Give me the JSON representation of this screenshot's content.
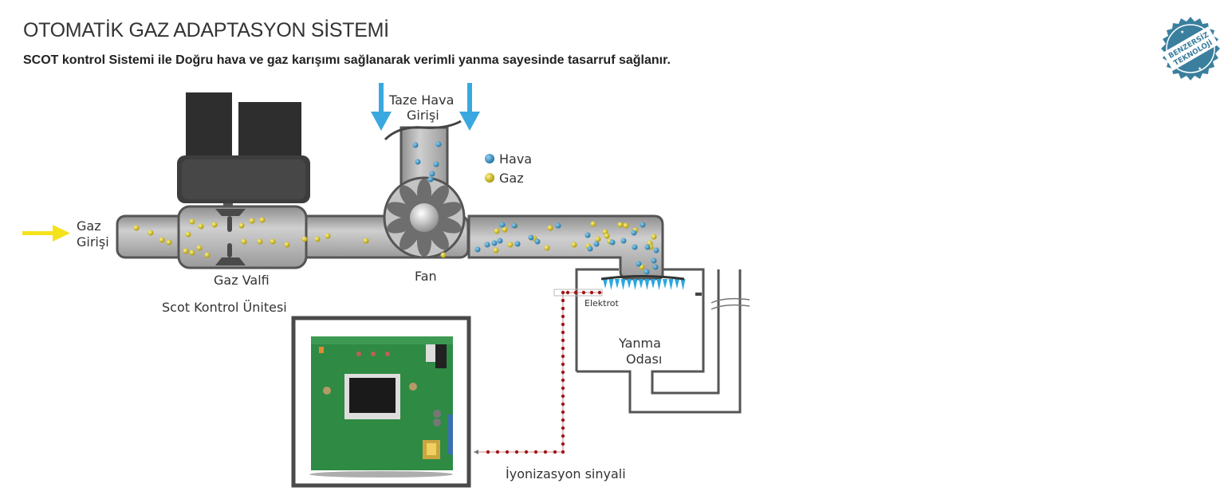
{
  "header": {
    "title": "OTOMATİK GAZ ADAPTASYON SİSTEMİ",
    "subtitle": "SCOT kontrol Sistemi ile Doğru hava ve gaz karışımı sağlanarak verimli yanma sayesinde tasarruf sağlanır."
  },
  "badge": {
    "line1": "BENZERSİZ",
    "line2": "TEKNOLOJİ",
    "color": "#3a7f9e"
  },
  "diagram": {
    "labels": {
      "gas_inlet_1": "Gaz",
      "gas_inlet_2": "Girişi",
      "gas_valve": "Gaz Valfi",
      "control_unit": "Scot Kontrol Ünitesi",
      "fresh_air_1": "Taze Hava",
      "fresh_air_2": "Girişi",
      "fan": "Fan",
      "electrode": "Elektrot",
      "combustion_1": "Yanma",
      "combustion_2": "Odası",
      "ionization": "İyonizasyon sinyali"
    },
    "legend": [
      {
        "label": "Hava",
        "color": "#2f8fc4"
      },
      {
        "label": "Gaz",
        "color": "#d8c600"
      }
    ],
    "colors": {
      "pipe": "#b9b9b9",
      "pipe_border": "#555555",
      "gas_arrow": "#f5e21b",
      "air_arrow": "#3aa8e0",
      "signal": "#a01818",
      "flame": "#2aa8e0"
    }
  }
}
